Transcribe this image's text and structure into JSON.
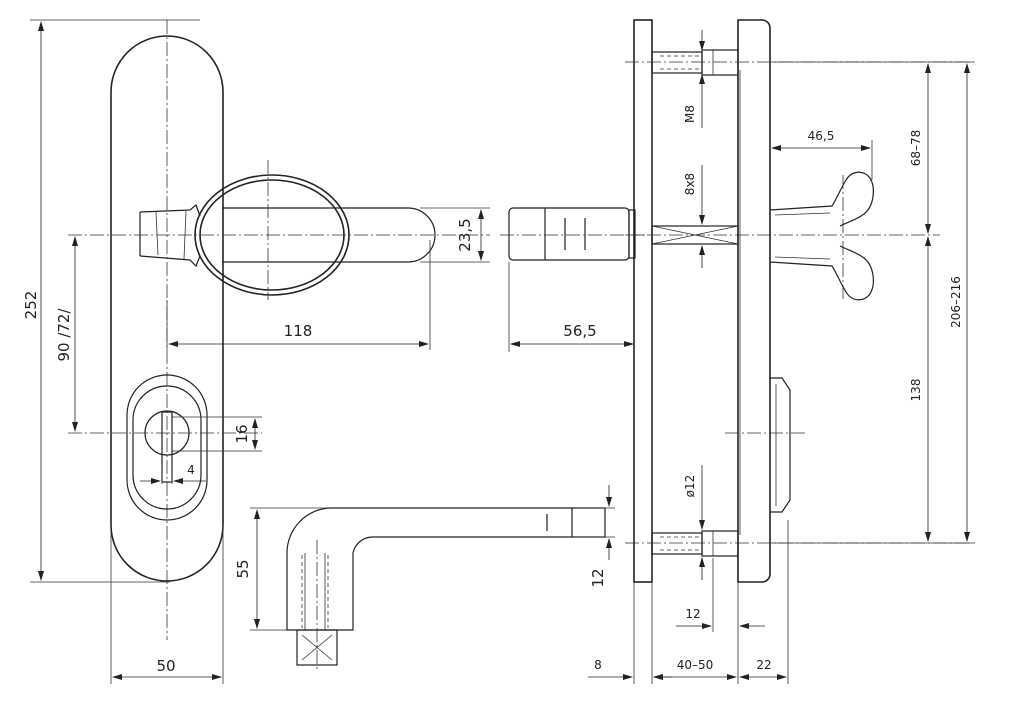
{
  "dimensions": {
    "overall_height": "252",
    "backplate_width": "50",
    "key_distance": "90 /72/",
    "handle_length": "118",
    "knob_diameter": "23,5",
    "knob_projection": "56,5",
    "cylinder_hole": "16",
    "cylinder_slot": "4",
    "key_height": "55",
    "key_thickness": "12",
    "screw_thread": "M8",
    "square_spindle": "8x8",
    "pin_diameter": "ø12",
    "pin_length": "12",
    "outer_plate": "8",
    "door_thickness": "40–50",
    "inner_plate": "22",
    "handle_projection": "46,5",
    "top_range": "68–78",
    "total_range": "206–216",
    "lower_distance": "138"
  }
}
